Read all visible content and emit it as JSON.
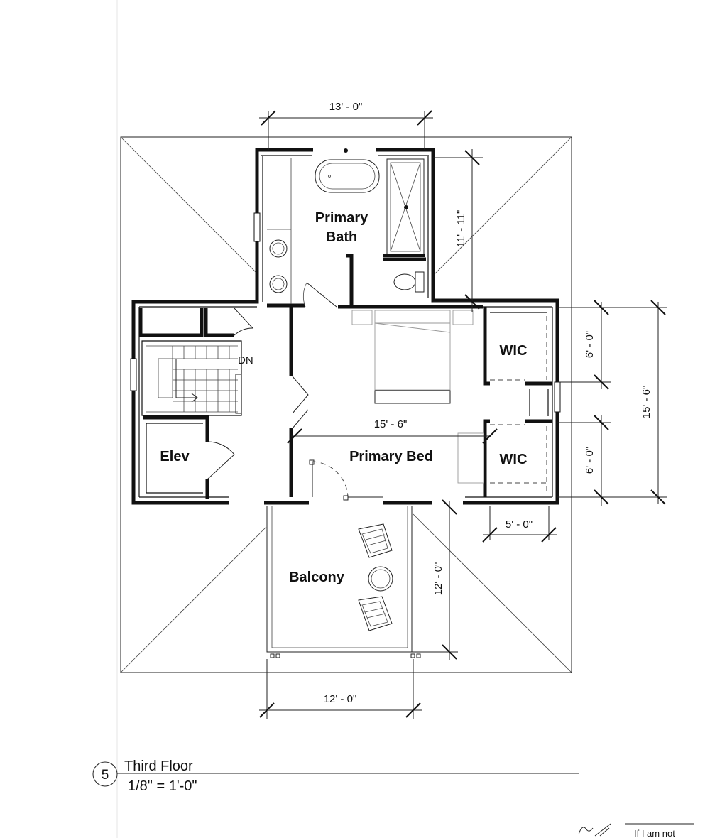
{
  "drawing": {
    "view_number": "5",
    "view_title": "Third Floor",
    "scale": "1/8\" = 1'-0\"",
    "corner_note": "If I am not"
  },
  "rooms": {
    "primary_bath_line1": "Primary",
    "primary_bath_line2": "Bath",
    "wic_upper": "WIC",
    "wic_lower": "WIC",
    "elev": "Elev",
    "primary_bed": "Primary Bed",
    "balcony": "Balcony",
    "stair_dn": "DN"
  },
  "dimensions": {
    "bath_width": "13' - 0\"",
    "bath_depth": "11' - 11\"",
    "wic_upper_depth": "6' - 0\"",
    "wic_lower_depth": "6' - 0\"",
    "overall_depth": "15' - 6\"",
    "bed_width": "15' - 6\"",
    "wic_width": "5' - 0\"",
    "balcony_depth": "12' - 0\"",
    "balcony_width": "12' - 0\""
  }
}
